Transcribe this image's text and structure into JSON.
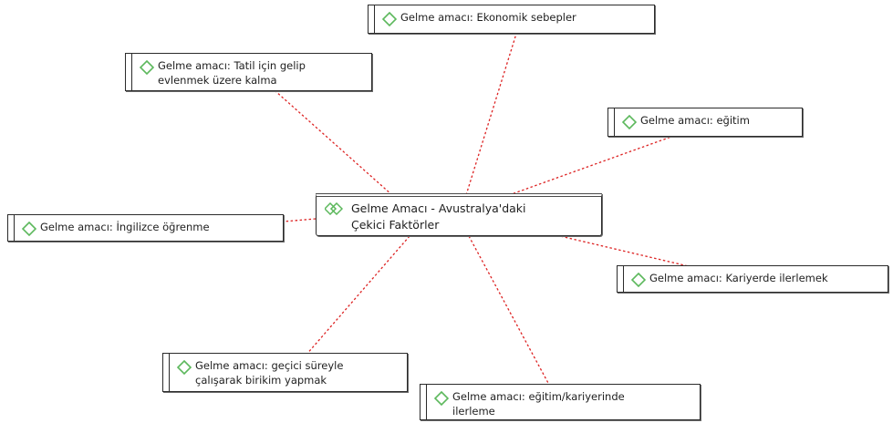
{
  "diagram": {
    "center": {
      "label": "Gelme Amacı - Avustralya'daki\nÇekici Faktörler"
    },
    "nodes": [
      {
        "id": "ekonomik",
        "label": "Gelme amacı: Ekonomik sebepler"
      },
      {
        "id": "tatil",
        "label": "Gelme amacı: Tatil için gelip\nevlenmek üzere kalma"
      },
      {
        "id": "egitim",
        "label": "Gelme amacı: eğitim"
      },
      {
        "id": "ingilizce",
        "label": "Gelme amacı: İngilizce öğrenme"
      },
      {
        "id": "kariyer",
        "label": "Gelme amacı: Kariyerde ilerlemek"
      },
      {
        "id": "birikim",
        "label": "Gelme amacı: geçici süreyle\nçalışarak birikim yapmak"
      },
      {
        "id": "egitim-kariyer",
        "label": "Gelme amacı: eğitim/kariyerinde\nilerleme"
      }
    ],
    "colors": {
      "link": "#dd2222",
      "diamond": "#5cb85c",
      "border": "#2b2b2b"
    }
  }
}
